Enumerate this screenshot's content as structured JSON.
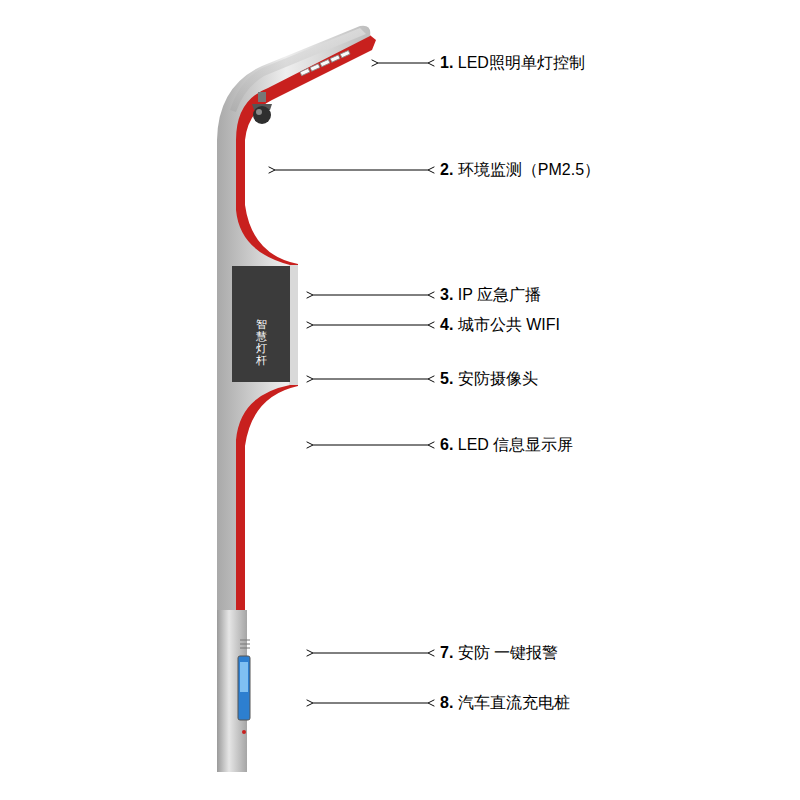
{
  "diagram": {
    "nodes": [
      {
        "text": [
          "智慧灯杆"
        ]
      }
    ],
    "labels": [
      "1. LED照明单灯控制",
      "2. 环境监测（PM2.5）",
      "3. IP 应急广播",
      "4. 城市公共 WIFI",
      "5. 安防摄像头",
      "6. LED 信息显示屏",
      "7. 安防 一键报警",
      "8. 汽车直流充电桩"
    ]
  }
}
